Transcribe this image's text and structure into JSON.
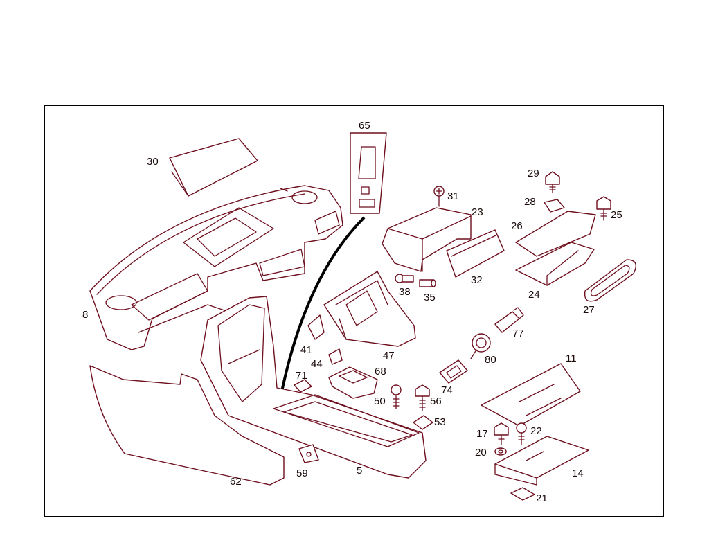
{
  "diagram": {
    "callouts": [
      "65",
      "30",
      "31",
      "23",
      "29",
      "28",
      "25",
      "26",
      "8",
      "38",
      "35",
      "32",
      "24",
      "27",
      "41",
      "44",
      "47",
      "77",
      "80",
      "11",
      "71",
      "68",
      "50",
      "56",
      "74",
      "53",
      "17",
      "22",
      "20",
      "14",
      "62",
      "59",
      "5",
      "21"
    ]
  }
}
